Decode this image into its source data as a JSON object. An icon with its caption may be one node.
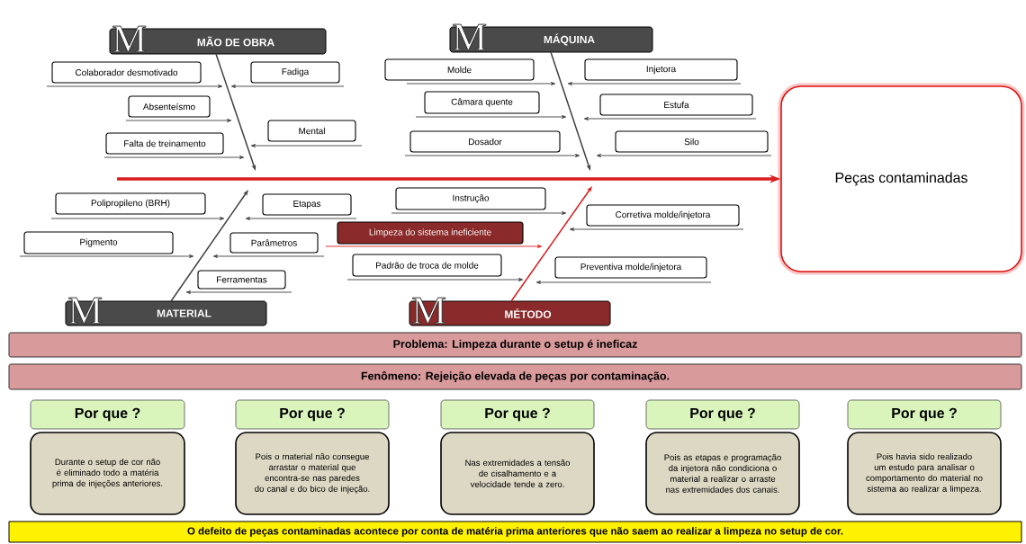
{
  "diagram": {
    "nodes": [
      {
        "text": [
          "M",
          "MÃO DE OBRA"
        ]
      },
      {
        "text": [
          "Colaborador desmotivado"
        ]
      },
      {
        "text": [
          "Fadiga"
        ]
      },
      {
        "text": [
          "Absenteísmo"
        ]
      },
      {
        "text": [
          "Mental"
        ]
      },
      {
        "text": [
          "Falta de treinamento"
        ]
      },
      {
        "text": [
          "M",
          "MÁQUINA"
        ]
      },
      {
        "text": [
          "Molde"
        ]
      },
      {
        "text": [
          "Injetora"
        ]
      },
      {
        "text": [
          "Câmara quente"
        ]
      },
      {
        "text": [
          "Estufa"
        ]
      },
      {
        "text": [
          "Dosador"
        ]
      },
      {
        "text": [
          "Silo"
        ]
      },
      {
        "text": [
          "Peças contaminadas"
        ]
      },
      {
        "text": [
          "Polipropileno (BRH)"
        ]
      },
      {
        "text": [
          "Etapas"
        ]
      },
      {
        "text": [
          "Instrução"
        ]
      },
      {
        "text": [
          "Corretiva molde/injetora"
        ]
      },
      {
        "text": [
          "Pigmento"
        ]
      },
      {
        "text": [
          "Parâmetros"
        ]
      },
      {
        "text": [
          "Limpeza do sistema ineficiente"
        ]
      },
      {
        "text": [
          "Padrão de troca de molde"
        ]
      },
      {
        "text": [
          "Preventiva molde/injetora"
        ]
      },
      {
        "text": [
          "Ferramentas"
        ]
      },
      {
        "text": [
          "M",
          "MATERIAL"
        ]
      },
      {
        "text": [
          "M",
          "MÉTODO"
        ]
      },
      {
        "text": [
          "Problema: Limpeza durante o setup é ineficaz"
        ]
      },
      {
        "text": [
          "Fenômeno: Rejeição elevada de peças por contaminação."
        ]
      },
      {
        "text": [
          "Por que ?"
        ]
      },
      {
        "text": [
          "Durante o setup de cor não é eliminado todo a matéria prima de injeções anteriores."
        ]
      },
      {
        "text": [
          "Por que ?"
        ]
      },
      {
        "text": [
          "Pois o material não consegue arrastar o material que encontra-se nas paredes do canal e do bico de injeção."
        ]
      },
      {
        "text": [
          "Por que ?"
        ]
      },
      {
        "text": [
          "Nas extremidades a tensão de cisalhamento e a velocidade tende a zero."
        ]
      },
      {
        "text": [
          "Por que ?"
        ]
      },
      {
        "text": [
          "Pois as etapas e programação da injetora não condiciona o material a realizar o arraste nas extremidades dos canais."
        ]
      },
      {
        "text": [
          "Por que ?"
        ]
      },
      {
        "text": [
          "Pois havia sido realizado um estudo para analisar o comportamento do material no sistema ao realizar a limpeza."
        ]
      },
      {
        "text": [
          "O defeito de peças contaminadas acontece por conta de matéria prima anteriores que não saem ao realizar a limpeza no setup de cor."
        ]
      }
    ],
    "edges": [
      {
        "from": null,
        "to": 13,
        "arrow": "to",
        "style": "thick",
        "color": "#d81e1e"
      },
      {
        "from": 0,
        "to": null,
        "arrow": "to"
      },
      {
        "from": 6,
        "to": null,
        "arrow": "to"
      },
      {
        "from": 24,
        "to": null,
        "arrow": "to"
      },
      {
        "from": 25,
        "to": null,
        "arrow": "to",
        "color": "#d81e1e"
      },
      {
        "from": 1,
        "to": null,
        "arrow": "to"
      },
      {
        "from": 2,
        "to": null,
        "arrow": "to"
      },
      {
        "from": 3,
        "to": null,
        "arrow": "to"
      },
      {
        "from": 4,
        "to": null,
        "arrow": "to"
      },
      {
        "from": 5,
        "to": null,
        "arrow": "to"
      },
      {
        "from": 7,
        "to": null,
        "arrow": "to"
      },
      {
        "from": 8,
        "to": null,
        "arrow": "to"
      },
      {
        "from": 9,
        "to": null,
        "arrow": "to"
      },
      {
        "from": 10,
        "to": null,
        "arrow": "to"
      },
      {
        "from": 11,
        "to": null,
        "arrow": "to"
      },
      {
        "from": 12,
        "to": null,
        "arrow": "to"
      },
      {
        "from": 14,
        "to": null,
        "arrow": "to"
      },
      {
        "from": 15,
        "to": null,
        "arrow": "to"
      },
      {
        "from": 16,
        "to": null,
        "arrow": "to"
      },
      {
        "from": 17,
        "to": null,
        "arrow": "to"
      },
      {
        "from": 18,
        "to": null,
        "arrow": "to"
      },
      {
        "from": 19,
        "to": null,
        "arrow": "to"
      },
      {
        "from": 20,
        "to": null,
        "arrow": "to",
        "color": "#d81e1e"
      },
      {
        "from": 21,
        "to": null,
        "arrow": "to"
      },
      {
        "from": 22,
        "to": null,
        "arrow": "to"
      },
      {
        "from": 23,
        "to": null,
        "arrow": "to"
      }
    ]
  }
}
